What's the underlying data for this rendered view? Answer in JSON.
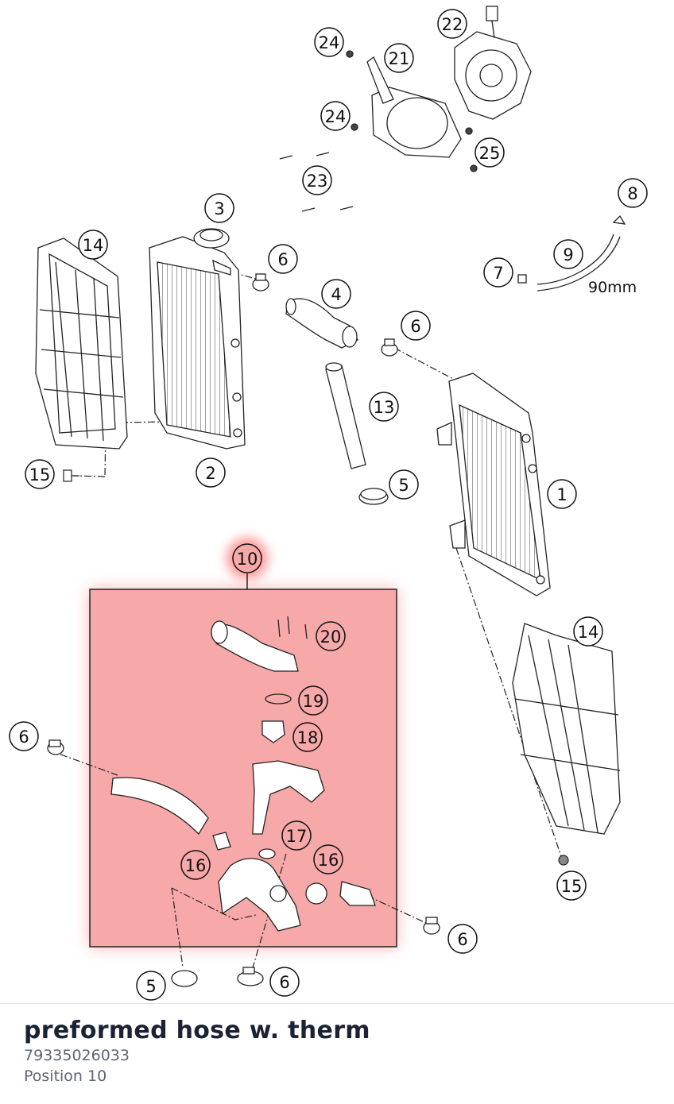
{
  "diagram": {
    "callouts": [
      "24",
      "22",
      "21",
      "24",
      "25",
      "23",
      "8",
      "3",
      "14",
      "6",
      "9",
      "7",
      "4",
      "6",
      "13",
      "1",
      "15",
      "2",
      "5",
      "10",
      "20",
      "14",
      "19",
      "18",
      "6",
      "17",
      "16",
      "16",
      "15",
      "6",
      "5",
      "6"
    ],
    "length_label": "90mm",
    "colors": {
      "highlight": "#f7a8a8",
      "highlight_glow": "#ff6b6b",
      "line": "#1a1a1a"
    }
  },
  "selected_part": {
    "name": "preformed hose w. therm",
    "number": "79335026033",
    "position": "Position 10"
  }
}
